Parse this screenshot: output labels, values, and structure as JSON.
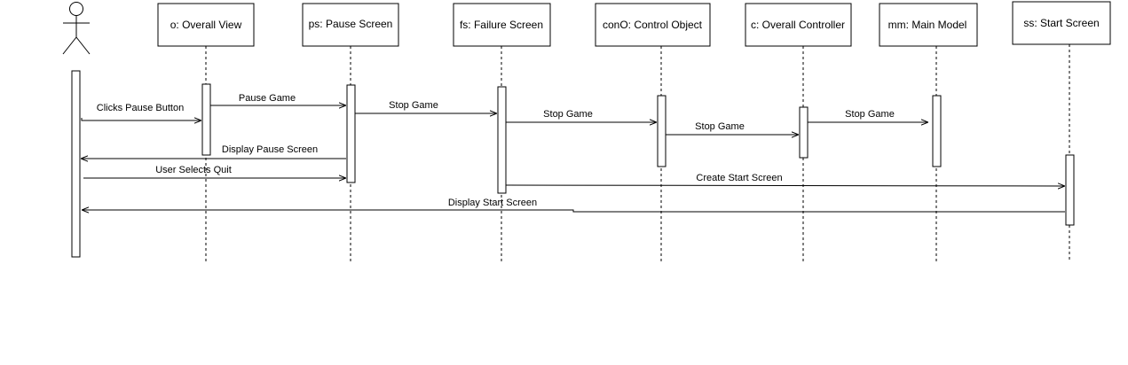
{
  "participants": [
    {
      "id": "actor",
      "label": ""
    },
    {
      "id": "o",
      "label": "o: Overall View"
    },
    {
      "id": "ps",
      "label": "ps: Pause Screen"
    },
    {
      "id": "fs",
      "label": "fs: Failure Screen"
    },
    {
      "id": "con",
      "label": "conO: Control Object"
    },
    {
      "id": "c",
      "label": "c: Overall Controller"
    },
    {
      "id": "mm",
      "label": "mm: Main Model"
    },
    {
      "id": "ss",
      "label": "ss: Start Screen"
    }
  ],
  "messages": [
    {
      "from": "actor",
      "to": "o",
      "label": "Clicks Pause Button"
    },
    {
      "from": "o",
      "to": "ps",
      "label": "Pause Game"
    },
    {
      "from": "ps",
      "to": "fs",
      "label": "Stop Game"
    },
    {
      "from": "fs",
      "to": "con",
      "label": "Stop Game"
    },
    {
      "from": "con",
      "to": "c",
      "label": "Stop Game"
    },
    {
      "from": "c",
      "to": "mm",
      "label": "Stop Game"
    },
    {
      "from": "ps",
      "to": "actor",
      "label": "Display Pause Screen"
    },
    {
      "from": "actor",
      "to": "ps",
      "label": "User Selects Quit"
    },
    {
      "from": "fs",
      "to": "ss",
      "label": "Create Start Screen"
    },
    {
      "from": "ss",
      "to": "actor",
      "label": "Display Start Screen"
    }
  ]
}
